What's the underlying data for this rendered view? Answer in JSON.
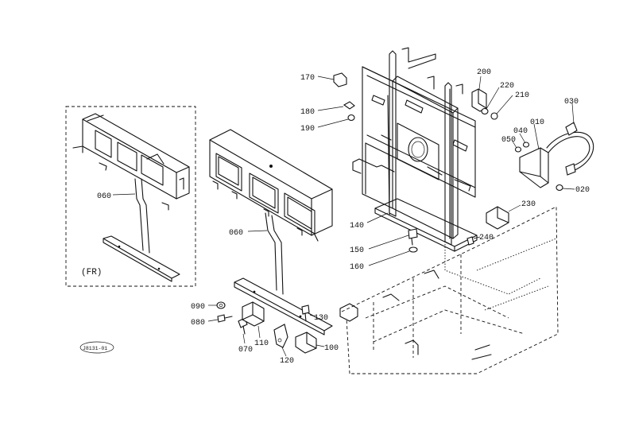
{
  "labels": {
    "p010": "010",
    "p020": "020",
    "p030": "030",
    "p040": "040",
    "p050": "050",
    "p060a": "060",
    "p060b": "060",
    "p070": "070",
    "p080": "080",
    "p090": "090",
    "p100": "100",
    "p110": "110",
    "p120": "120",
    "p130": "130",
    "p140": "140",
    "p150": "150",
    "p160": "160",
    "p170": "170",
    "p180": "180",
    "p190": "190",
    "p200": "200",
    "p210": "210",
    "p220": "220",
    "p230": "230",
    "p240": "240"
  },
  "inset": {
    "fr_label": "(FR)"
  },
  "figure_code": "J8131-01"
}
